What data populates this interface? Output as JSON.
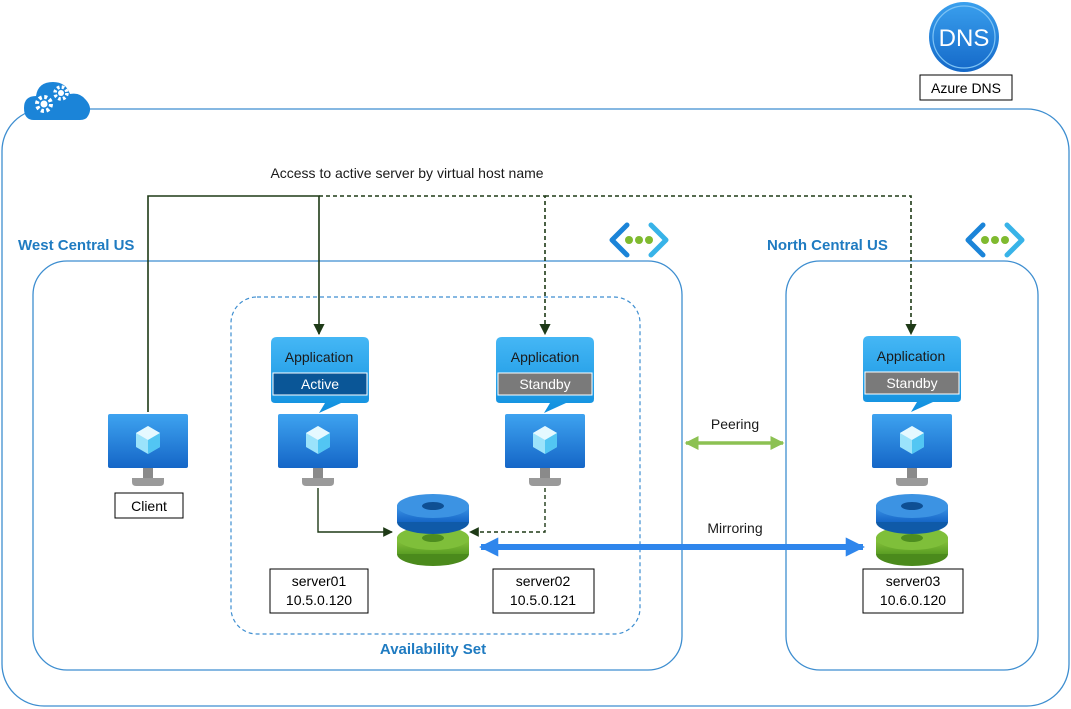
{
  "colors": {
    "azure_blue": "#1b84d8",
    "region_border": "#3e8ed0",
    "region_label": "#1f7bc1",
    "active_badge": "#0a5697",
    "standby_badge": "#7a7a7a",
    "dark_connector": "#1e3a17",
    "peering_green": "#8cc152",
    "mirroring_blue": "#2f86ec"
  },
  "dns": {
    "icon_text": "DNS",
    "label": "Azure DNS"
  },
  "cloud": {
    "icon": "cloud-gear-icon"
  },
  "access_note": "Access to active server by virtual host name",
  "regions": {
    "west": {
      "label": "West Central US",
      "vnet_icon": "virtual-network-icon"
    },
    "north": {
      "label": "North Central US",
      "vnet_icon": "virtual-network-icon"
    }
  },
  "availability_set": {
    "label": "Availability Set"
  },
  "client": {
    "label": "Client",
    "icon": "virtual-machine-icon"
  },
  "servers": [
    {
      "app_title": "Application",
      "state": "Active",
      "name": "server01",
      "ip": "10.5.0.120",
      "vm_icon": "virtual-machine-icon",
      "disk_icon": "disk-stack-icon"
    },
    {
      "app_title": "Application",
      "state": "Standby",
      "name": "server02",
      "ip": "10.5.0.121",
      "vm_icon": "virtual-machine-icon"
    },
    {
      "app_title": "Application",
      "state": "Standby",
      "name": "server03",
      "ip": "10.6.0.120",
      "vm_icon": "virtual-machine-icon",
      "disk_icon": "disk-stack-icon"
    }
  ],
  "links": {
    "peering": "Peering",
    "mirroring": "Mirroring"
  }
}
